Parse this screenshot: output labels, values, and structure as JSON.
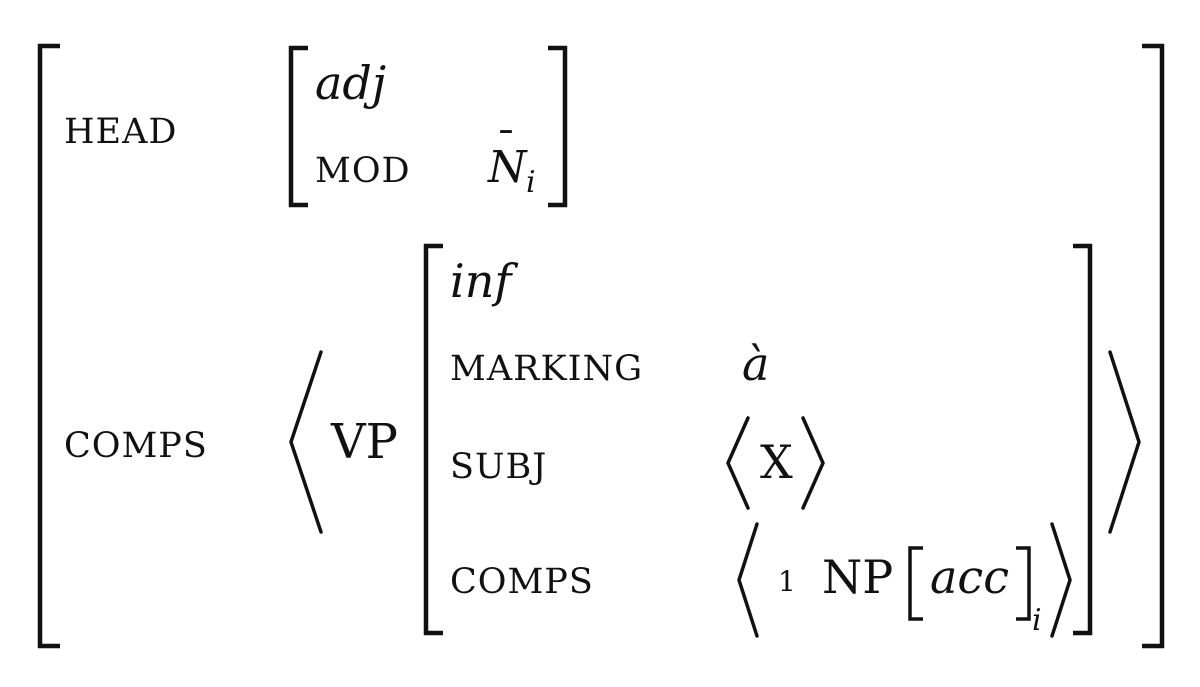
{
  "avm": {
    "head": {
      "feature": "HEAD",
      "type": "adj",
      "mod_feature": "MOD",
      "mod_value_base": "N",
      "mod_value_bar": "¯",
      "mod_value_index": "i"
    },
    "comps": {
      "feature": "COMPS",
      "category": "VP",
      "type": "inf",
      "marking_feature": "MARKING",
      "marking_value": "à",
      "subj_feature": "SUBJ",
      "subj_value": "X",
      "comps_feature": "COMPS",
      "tag": "1",
      "np_label": "NP",
      "case": "acc",
      "np_index": "i"
    }
  }
}
